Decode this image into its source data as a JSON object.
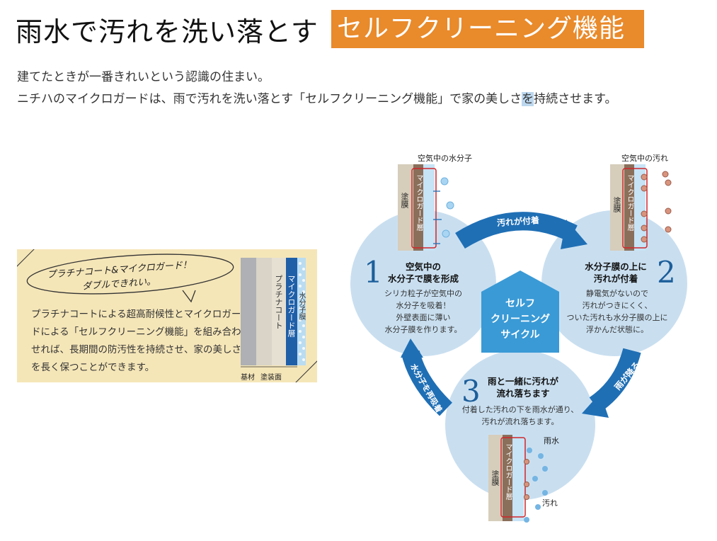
{
  "header": {
    "title": "雨水で汚れを洗い落とす",
    "badge": "セルフクリーニング機能"
  },
  "intro": {
    "line1": "建てたときが一番きれいという認識の住まい。",
    "line2_before": "ニチハのマイクロガードは、雨で汚れを洗い落とす「セルフクリーニング機能」で家の美しさ",
    "line2_highlight": "を",
    "line2_after": "持続させます。"
  },
  "panel": {
    "bubble_line1": "プラチナコート&マイクロガード！",
    "bubble_line2": "ダブルできれい。",
    "description": "プラチナコートによる超高耐候性とマイクロガードによる「セルフクリーニング機能」を組み合わせれば、長期間の防汚性を持続させ、家の美しさを長く保つことができます。",
    "layer_platinum": "プラチナコート",
    "layer_microguard": "マイクロガード層",
    "layer_water": "水分子膜",
    "label_substrate": "基材",
    "label_coating": "塗装面"
  },
  "cycle": {
    "center_line1": "セルフ",
    "center_line2": "クリーニング",
    "center_line3": "サイクル",
    "arrow_top": "汚れが付着",
    "arrow_right": "雨が降る",
    "arrow_left": "水分子を再吸着",
    "step1": {
      "num": "1",
      "title1": "空気中の",
      "title2": "水分子で膜を形成",
      "desc1": "シリカ粒子が空気中の",
      "desc2": "水分子を吸着！",
      "desc3": "外壁表面に薄い",
      "desc4": "水分子膜を作ります。",
      "label": "空気中の水分子",
      "film": "塗膜",
      "layer": "マイクロガード層"
    },
    "step2": {
      "num": "2",
      "title1": "水分子膜の上に",
      "title2": "汚れが付着",
      "desc1": "静電気がないので",
      "desc2": "汚れがつきにくく、",
      "desc3": "ついた汚れも水分子膜の上に",
      "desc4": "浮かんだ状態に。",
      "label": "空気中の汚れ",
      "film": "塗膜",
      "layer": "マイクロガード層"
    },
    "step3": {
      "num": "3",
      "title1": "雨と一緒に汚れが",
      "title2": "流れ落ちます",
      "desc1": "付着した汚れの下を雨水が通り、",
      "desc2": "汚れが流れ落ちます。",
      "label_rain": "雨水",
      "label_dirt": "汚れ",
      "film": "塗膜",
      "layer": "マイクロガード層"
    }
  },
  "colors": {
    "accent_orange": "#e98a2b",
    "circle_blue": "#c9dff0",
    "arrow_blue": "#1f6fb5",
    "center_blue": "#3a9ad6",
    "panel_beige": "#f5e6b8",
    "guard_red": "#d0262b"
  }
}
